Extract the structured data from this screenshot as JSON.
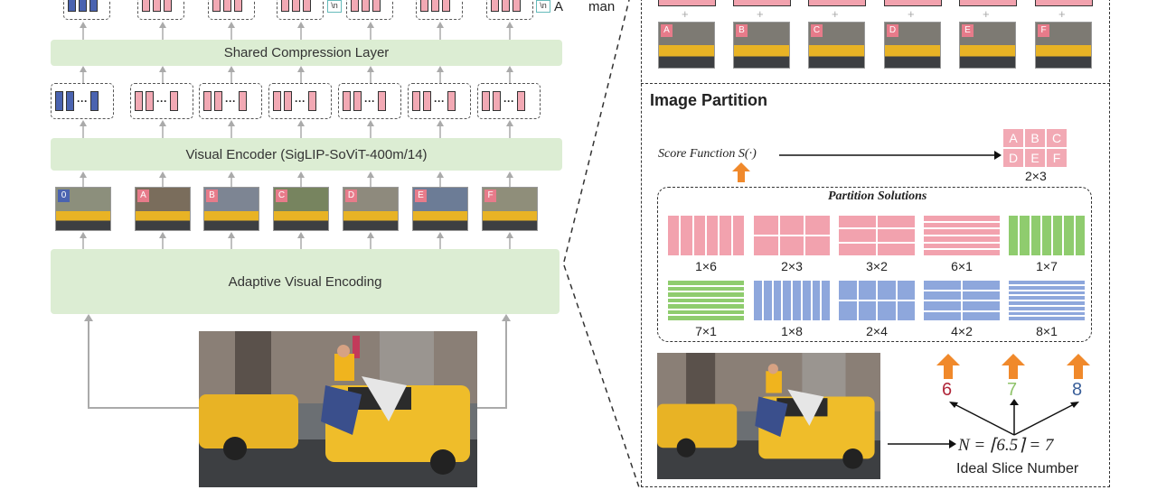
{
  "left": {
    "shared_layer": "Shared Compression Layer",
    "visual_encoder": "Visual Encoder (SigLIP-SoViT-400m/14)",
    "adaptive": "Adaptive Visual Encoding",
    "slice_badges": [
      "0",
      "A",
      "B",
      "C",
      "D",
      "E",
      "F"
    ],
    "top_snippet_a": "A",
    "top_snippet_man": "man"
  },
  "right": {
    "title": "Image Partition",
    "score_function": "Score Function S(·)",
    "chosen_grid": [
      "A",
      "B",
      "C",
      "D",
      "E",
      "F"
    ],
    "chosen_label": "2×3",
    "solutions_title": "Partition Solutions",
    "solutions": [
      {
        "label": "1×6",
        "rows": 1,
        "cols": 6,
        "color": "pink"
      },
      {
        "label": "2×3",
        "rows": 2,
        "cols": 3,
        "color": "pink"
      },
      {
        "label": "3×2",
        "rows": 3,
        "cols": 2,
        "color": "pink"
      },
      {
        "label": "6×1",
        "rows": 6,
        "cols": 1,
        "color": "pink"
      },
      {
        "label": "1×7",
        "rows": 1,
        "cols": 7,
        "color": "green"
      },
      {
        "label": "7×1",
        "rows": 7,
        "cols": 1,
        "color": "green"
      },
      {
        "label": "1×8",
        "rows": 1,
        "cols": 8,
        "color": "blue"
      },
      {
        "label": "2×4",
        "rows": 2,
        "cols": 4,
        "color": "blue"
      },
      {
        "label": "4×2",
        "rows": 4,
        "cols": 2,
        "color": "blue"
      },
      {
        "label": "8×1",
        "rows": 8,
        "cols": 1,
        "color": "blue"
      }
    ],
    "candidates": [
      {
        "value": "6",
        "color": "#b0273a"
      },
      {
        "value": "7",
        "color": "#8fc36a"
      },
      {
        "value": "8",
        "color": "#3a5f99"
      }
    ],
    "formula": "N = ⌈6.5⌉ = 7",
    "ideal_label": "Ideal Slice Number",
    "top_badges": [
      "A",
      "B",
      "C",
      "D",
      "E",
      "F"
    ]
  },
  "colors": {
    "pink": "#f2a2ae",
    "green": "#8fcc6e",
    "blue": "#8ea7dc",
    "orange": "#f0892b",
    "layer_green": "#dcedd3"
  }
}
